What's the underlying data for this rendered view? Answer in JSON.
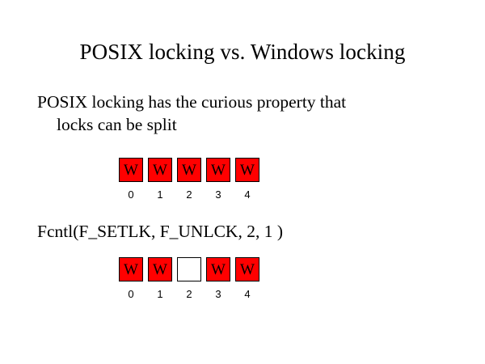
{
  "slide": {
    "title": "POSIX locking vs. Windows locking",
    "background_color": "#ffffff",
    "text_color": "#000000",
    "body_lines": [
      "POSIX locking has the curious property that",
      "locks can be split"
    ],
    "fcntl_call": "Fcntl(F_SETLK, F_UNLCK, 2, 1 )"
  },
  "diagram": {
    "locked_color": "#ff0000",
    "unlocked_color": "#ffffff",
    "border_color": "#000000",
    "rows": [
      {
        "name": "before",
        "cells": [
          {
            "label": "W",
            "index": "0",
            "state": "locked"
          },
          {
            "label": "W",
            "index": "1",
            "state": "locked"
          },
          {
            "label": "W",
            "index": "2",
            "state": "locked"
          },
          {
            "label": "W",
            "index": "3",
            "state": "locked"
          },
          {
            "label": "W",
            "index": "4",
            "state": "locked"
          }
        ]
      },
      {
        "name": "after",
        "cells": [
          {
            "label": "W",
            "index": "0",
            "state": "locked"
          },
          {
            "label": "W",
            "index": "1",
            "state": "locked"
          },
          {
            "label": "",
            "index": "2",
            "state": "unlocked"
          },
          {
            "label": "W",
            "index": "3",
            "state": "locked"
          },
          {
            "label": "W",
            "index": "4",
            "state": "locked"
          }
        ]
      }
    ]
  }
}
